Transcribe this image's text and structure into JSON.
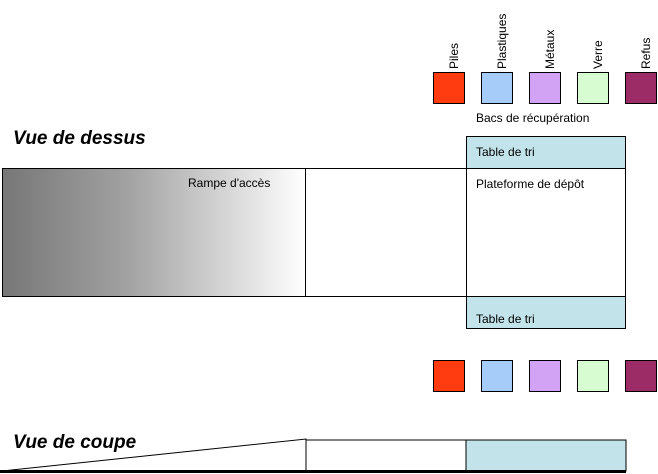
{
  "bins": [
    {
      "label": "Piles",
      "color": "#ff3b0f"
    },
    {
      "label": "Plastiques",
      "color": "#a6cdfa"
    },
    {
      "label": "Métaux",
      "color": "#d2a3f5"
    },
    {
      "label": "Verre",
      "color": "#d7fcd2"
    },
    {
      "label": "Refus",
      "color": "#9c2c66"
    }
  ],
  "bins_caption": "Bacs de récupération",
  "top_view": {
    "heading": "Vue de dessus",
    "ramp_label": "Rampe d'accès",
    "platform_label": "Plateforme de dépôt",
    "table_top_label": "Table de tri",
    "table_bottom_label": "Table de tri"
  },
  "section_view": {
    "heading": "Vue de coupe"
  },
  "colors": {
    "table": "#c2e3ea",
    "ramp_dark": "#777777",
    "ramp_light": "#ffffff"
  }
}
